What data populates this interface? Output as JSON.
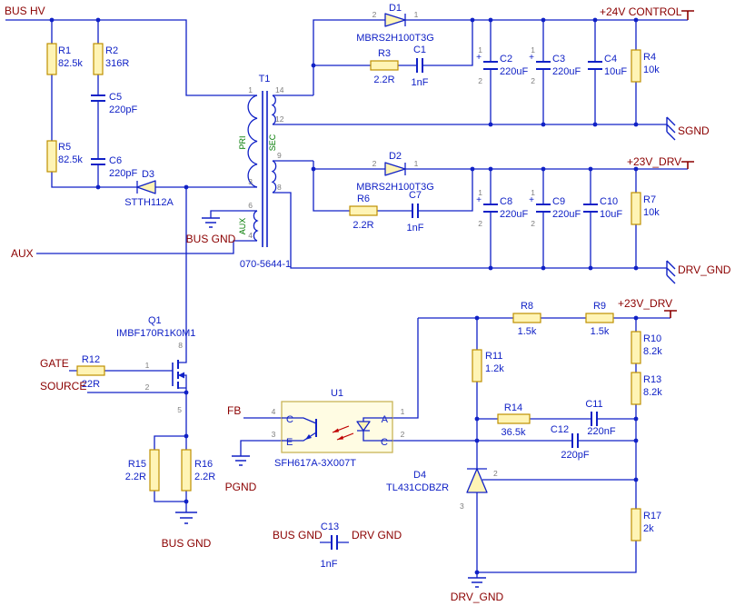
{
  "schematic": {
    "colors": {
      "wire_blue": "#1021C6",
      "net_label_red": "#8B0000",
      "component_fill": "#FFF4B5",
      "component_outline": "#BF8F00",
      "winding_green": "#007A00",
      "pin_number_gray": "#7D7D7D",
      "opto_arrow_red": "#C00000"
    },
    "nets": {
      "bus_hv": "BUS HV",
      "aux": "AUX",
      "gate": "GATE",
      "source": "SOURCE",
      "fb": "FB",
      "p24v_control": "+24V CONTROL",
      "sgnd": "SGND",
      "p23v_drv_top": "+23V_DRV",
      "p23v_drv_fb": "+23V_DRV",
      "drv_gnd_right": "DRV_GND",
      "drv_gnd_bottom": "DRV_GND",
      "bus_gnd_xfmr": "BUS GND",
      "bus_gnd_fet": "BUS GND",
      "pgnd": "PGND",
      "c13_left": "BUS GND",
      "c13_right": "DRV GND"
    },
    "transformer": {
      "ref": "T1",
      "part": "070-5644-1",
      "windings": {
        "pri": "PRI",
        "sec": "SEC",
        "aux": "AUX"
      },
      "pins": {
        "p1": "1",
        "p3": "3",
        "p6": "6",
        "p4": "4",
        "p14": "14",
        "p12": "12",
        "p9": "9",
        "p8": "8"
      }
    },
    "resistors": {
      "R1": {
        "ref": "R1",
        "value": "82.5k"
      },
      "R2": {
        "ref": "R2",
        "value": "316R"
      },
      "R3": {
        "ref": "R3",
        "value": "2.2R"
      },
      "R4": {
        "ref": "R4",
        "value": "10k"
      },
      "R5": {
        "ref": "R5",
        "value": "82.5k"
      },
      "R6": {
        "ref": "R6",
        "value": "2.2R"
      },
      "R7": {
        "ref": "R7",
        "value": "10k"
      },
      "R8": {
        "ref": "R8",
        "value": "1.5k"
      },
      "R9": {
        "ref": "R9",
        "value": "1.5k"
      },
      "R10": {
        "ref": "R10",
        "value": "8.2k"
      },
      "R11": {
        "ref": "R11",
        "value": "1.2k"
      },
      "R12": {
        "ref": "R12",
        "value": "22R"
      },
      "R13": {
        "ref": "R13",
        "value": "8.2k"
      },
      "R14": {
        "ref": "R14",
        "value": "36.5k"
      },
      "R15": {
        "ref": "R15",
        "value": "2.2R"
      },
      "R16": {
        "ref": "R16",
        "value": "2.2R"
      },
      "R17": {
        "ref": "R17",
        "value": "2k"
      }
    },
    "capacitors": {
      "C1": {
        "ref": "C1",
        "value": "1nF"
      },
      "C2": {
        "ref": "C2",
        "value": "220uF",
        "polarity": "+",
        "pin1": "1",
        "pin2": "2"
      },
      "C3": {
        "ref": "C3",
        "value": "220uF",
        "polarity": "+",
        "pin1": "1",
        "pin2": "2"
      },
      "C4": {
        "ref": "C4",
        "value": "10uF"
      },
      "C5": {
        "ref": "C5",
        "value": "220pF"
      },
      "C6": {
        "ref": "C6",
        "value": "220pF"
      },
      "C7": {
        "ref": "C7",
        "value": "1nF"
      },
      "C8": {
        "ref": "C8",
        "value": "220uF",
        "polarity": "+",
        "pin1": "1",
        "pin2": "2"
      },
      "C9": {
        "ref": "C9",
        "value": "220uF",
        "polarity": "+",
        "pin1": "1",
        "pin2": "2"
      },
      "C10": {
        "ref": "C10",
        "value": "10uF"
      },
      "C11": {
        "ref": "C11",
        "value": "220nF"
      },
      "C12": {
        "ref": "C12",
        "value": "220pF"
      },
      "C13": {
        "ref": "C13",
        "value": "1nF"
      }
    },
    "diodes": {
      "D1": {
        "ref": "D1",
        "part": "MBRS2H100T3G",
        "pin_anode": "2",
        "pin_cathode": "1"
      },
      "D2": {
        "ref": "D2",
        "part": "MBRS2H100T3G",
        "pin_anode": "2",
        "pin_cathode": "1"
      },
      "D3": {
        "ref": "D3",
        "part": "STTH112A"
      },
      "D4": {
        "ref": "D4",
        "part": "TL431CDBZR",
        "pin_top": "2",
        "pin_bottom": "3"
      }
    },
    "mosfet": {
      "ref": "Q1",
      "part": "IMBF170R1K0M1",
      "pin_drain": "8",
      "pin_gate": "1",
      "pin_source": "2",
      "pin_pad": "5"
    },
    "opto": {
      "ref": "U1",
      "part": "SFH617A-3X007T",
      "pins": {
        "p4": "4",
        "p3": "3",
        "p1": "1",
        "p2": "2"
      },
      "terminals": {
        "left_top": "C",
        "left_bottom": "E",
        "right_top": "A",
        "right_bottom": "C"
      }
    }
  }
}
